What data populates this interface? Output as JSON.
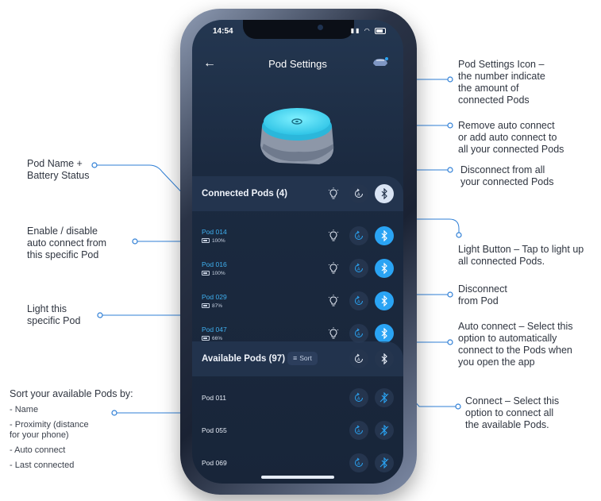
{
  "status_bar": {
    "time": "14:54"
  },
  "header": {
    "title": "Pod Settings"
  },
  "connected": {
    "title": "Connected Pods (4)",
    "pods": [
      {
        "name": "Pod 014",
        "battery": "100%"
      },
      {
        "name": "Pod 016",
        "battery": "100%"
      },
      {
        "name": "Pod 029",
        "battery": "87%"
      },
      {
        "name": "Pod 047",
        "battery": "66%"
      }
    ]
  },
  "available": {
    "title": "Available Pods (97)",
    "sort_label": "Sort",
    "pods": [
      {
        "name": "Pod 011"
      },
      {
        "name": "Pod 055"
      },
      {
        "name": "Pod 069"
      }
    ]
  },
  "annotations": {
    "pod_settings_icon": "Pod Settings Icon –\nthe number indicate\nthe amount of\nconnected Pods",
    "remove_auto": "Remove auto connect\nor add auto connect to\nall your connected Pods",
    "disconnect_all": "Disconnect from all\nyour connected Pods",
    "light_button": "Light Button – Tap to light up\nall connected Pods.",
    "disconnect_pod": "Disconnect\nfrom Pod",
    "auto_connect": "Auto connect – Select this\noption to automatically\nconnect to the Pods when\nyou open the app",
    "connect": "Connect – Select this\noption to connect all\nthe available Pods.",
    "pod_name": "Pod Name +\nBattery Status",
    "enable_auto": "Enable / disable\nauto connect from\nthis specific Pod",
    "light_specific": "Light this\nspecific Pod",
    "sort_title": "Sort your available Pods by:",
    "sort_options": [
      "Name",
      "Proximity (distance\nfor your phone)",
      "Auto connect",
      "Last connected"
    ]
  },
  "colors": {
    "accent_blue": "#2aa4f4",
    "connector_line": "#2f7fd6",
    "pod_glow": "#48d6f2"
  }
}
